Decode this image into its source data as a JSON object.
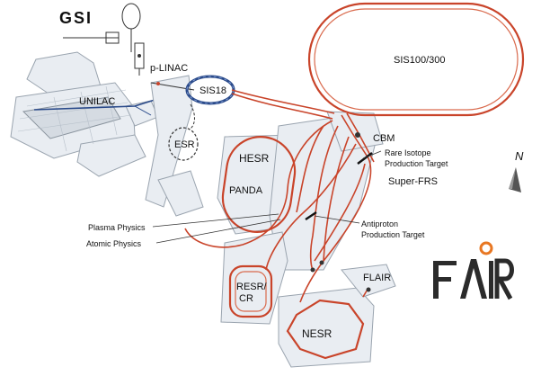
{
  "logos": {
    "gsi": "GSI",
    "fair": {
      "letters": "FAIR",
      "accent_color": "#e87722",
      "text_color": "#2b2b2b"
    }
  },
  "labels": {
    "p_linac": "p-LINAC",
    "unilac": "UNILAC",
    "sis18": "SIS18",
    "esr": "ESR",
    "hesr": "HESR",
    "panda": "PANDA",
    "sis100": "SIS100/300",
    "cbm": "CBM",
    "rare_isotope_1": "Rare Isotope",
    "rare_isotope_2": "Production Target",
    "super_frs": "Super-FRS",
    "plasma": "Plasma Physics",
    "atomic": "Atomic Physics",
    "antiproton_1": "Antiproton",
    "antiproton_2": "Production Target",
    "flair": "FLAIR",
    "resr_1": "RESR/",
    "resr_2": "CR",
    "nesr": "NESR",
    "north": "N"
  },
  "colors": {
    "ring": "#c9442a",
    "building": "#e9edf2",
    "beamline_blue": "#2a4a8a"
  }
}
